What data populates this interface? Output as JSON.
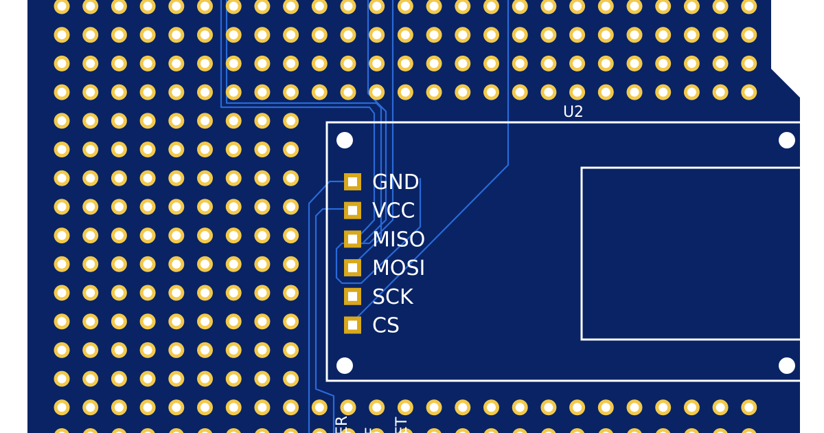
{
  "board": {
    "colors": {
      "board": "#092364",
      "pad": "#f2c94c",
      "hole": "#ffffff",
      "trace": "#2a6ad8",
      "silkscreen": "#ffffff",
      "square_pad": "#d9a81c",
      "background": "#ffffff"
    }
  },
  "module": {
    "reference": "U2",
    "pins": [
      {
        "label": "GND"
      },
      {
        "label": "VCC"
      },
      {
        "label": "MISO"
      },
      {
        "label": "MOSI"
      },
      {
        "label": "SCK"
      },
      {
        "label": "CS"
      }
    ]
  },
  "bottom_labels": [
    {
      "text": "ER"
    },
    {
      "text": "F"
    },
    {
      "text": "ET"
    }
  ]
}
